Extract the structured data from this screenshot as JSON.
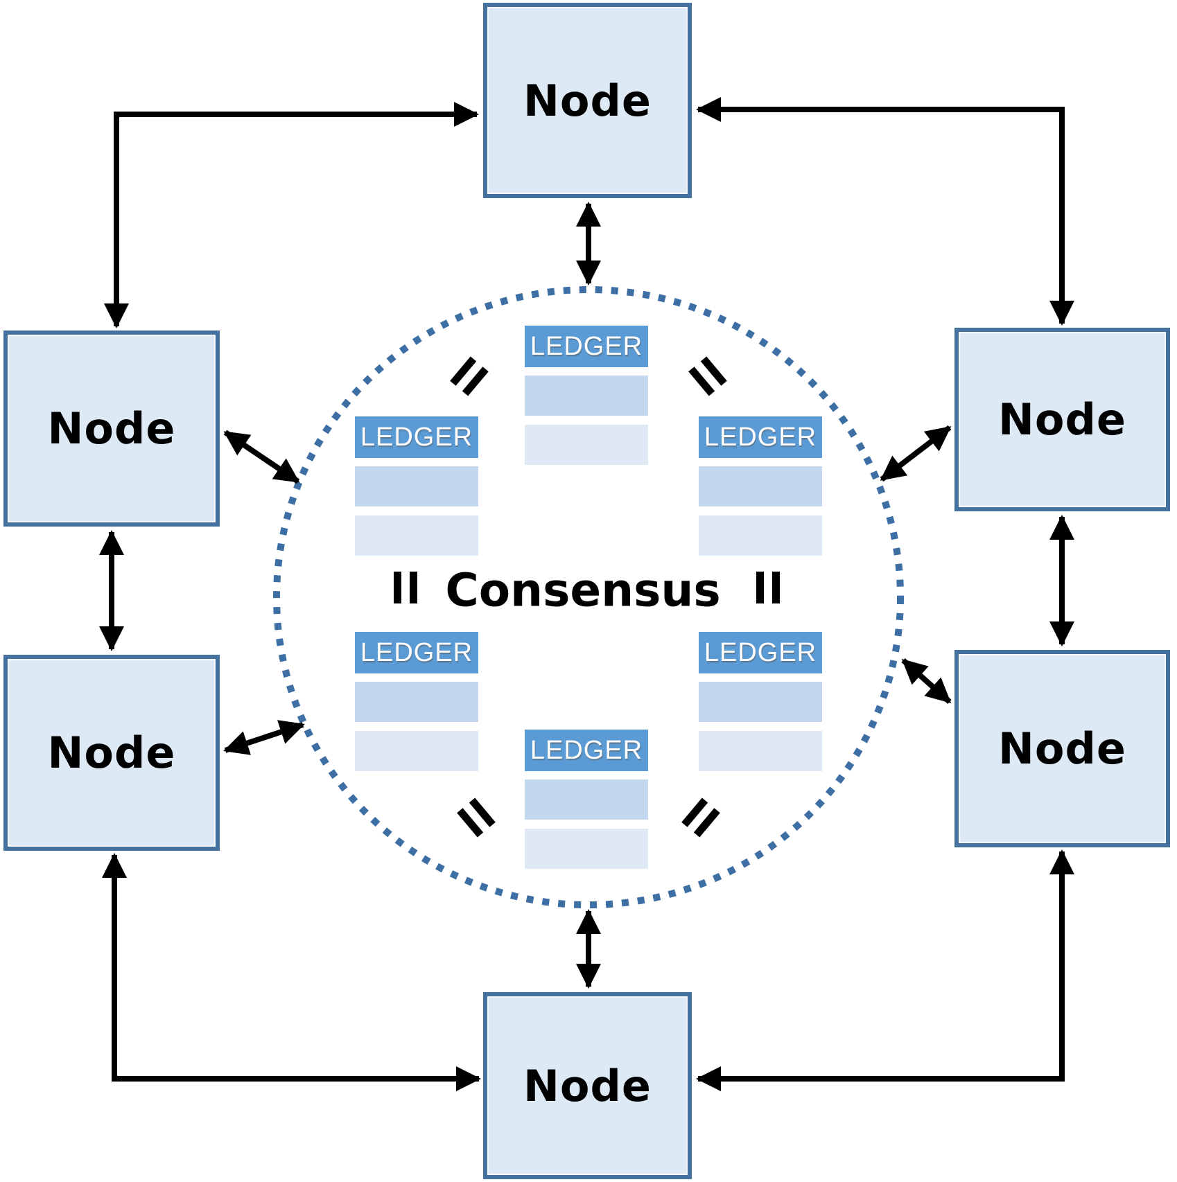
{
  "diagram": {
    "type": "blockchain-consensus-network",
    "consensus_label": "Consensus",
    "nodes": [
      {
        "id": "top",
        "label": "Node"
      },
      {
        "id": "left-upper",
        "label": "Node"
      },
      {
        "id": "right-upper",
        "label": "Node"
      },
      {
        "id": "left-lower",
        "label": "Node"
      },
      {
        "id": "right-lower",
        "label": "Node"
      },
      {
        "id": "bottom",
        "label": "Node"
      }
    ],
    "ledgers": [
      {
        "id": "top",
        "label": "LEDGER"
      },
      {
        "id": "left",
        "label": "LEDGER"
      },
      {
        "id": "right",
        "label": "LEDGER"
      },
      {
        "id": "lower-left",
        "label": "LEDGER"
      },
      {
        "id": "lower-right",
        "label": "LEDGER"
      },
      {
        "id": "bottom",
        "label": "LEDGER"
      }
    ],
    "equals_signs_count": 6,
    "colors": {
      "node_fill": "#dde9f5",
      "node_border": "#44719e",
      "ledger_header": "#5b9bd5",
      "ledger_row_medium": "#c3d8ee",
      "ledger_row_light": "#dfe9f5",
      "circle_dots": "#3d6fa5",
      "arrow": "#000000",
      "text": "#000000",
      "ledger_text": "#ffffff"
    }
  }
}
